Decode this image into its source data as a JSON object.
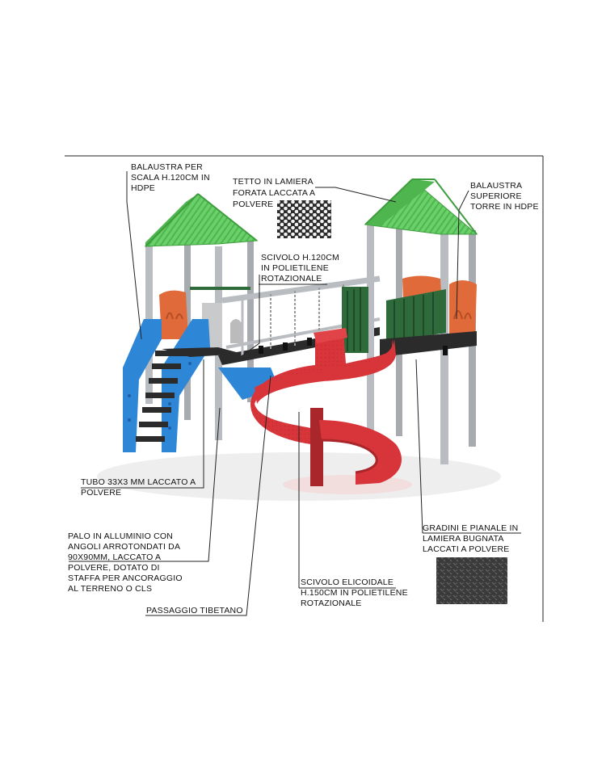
{
  "colors": {
    "roof": "#5cc85c",
    "roof_dark": "#3e9d3e",
    "post": "#b9bcc0",
    "post_dark": "#8f9296",
    "stair": "#2e86d6",
    "stair_dark": "#1e5fa6",
    "slide": "#d8353b",
    "slide_dark": "#a9262b",
    "panel_orange": "#e06a3a",
    "fence_green": "#2f6b3a",
    "deck": "#2b2b2b",
    "leader": "#222222"
  },
  "labels": {
    "balaustra_scala": [
      "BALAUSTRA PER",
      "SCALA H.120CM IN",
      "HDPE"
    ],
    "tetto": [
      "TETTO IN LAMIERA",
      "FORATA LACCATA A",
      "POLVERE"
    ],
    "balaustra_torre": [
      "BALAUSTRA",
      "SUPERIORE",
      "TORRE IN HDPE"
    ],
    "scivolo_120": [
      "SCIVOLO H.120CM",
      "IN POLIETILENE",
      "ROTAZIONALE"
    ],
    "tubo": [
      "TUBO 33X3 MM LACCATO A",
      "POLVERE"
    ],
    "palo": [
      "PALO IN ALLUMINIO CON",
      "ANGOLI ARROTONDATI DA",
      "90X90MM, LACCATO A",
      "POLVERE, DOTATO DI",
      "STAFFA PER ANCORAGGIO",
      "AL TERRENO O CLS"
    ],
    "passaggio": [
      "PASSAGGIO TIBETANO"
    ],
    "gradini": [
      "GRADINI E PIANALE IN",
      "LAMIERA BUGNATA",
      "LACCATI A POLVERE"
    ],
    "scivolo_elicoidale": [
      "SCIVOLO ELICOIDALE",
      "H.150CM IN POLIETILENE",
      "ROTAZIONALE"
    ]
  },
  "icons": {
    "perforated_swatch": "perforated-metal-swatch-icon",
    "checker_swatch": "checker-plate-swatch-icon"
  }
}
